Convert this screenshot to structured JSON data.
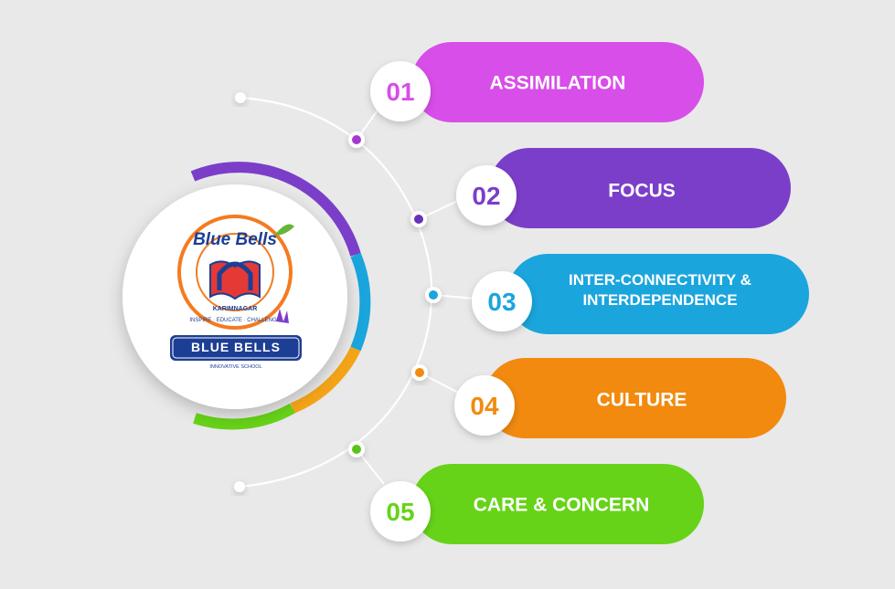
{
  "logo": {
    "arc_text": "Blue Bells",
    "place_text": "KARIMNAGAR",
    "motto_text": "INSPIRE · EDUCATE · CHALLENGE",
    "banner_text": "BLUE BELLS",
    "banner_subtext": "INNOVATIVE SCHOOL"
  },
  "items": [
    {
      "number": "01",
      "label_lines": [
        "ASSIMILATION"
      ],
      "color": "#d84ee8",
      "dot_color": "#a63ad0"
    },
    {
      "number": "02",
      "label_lines": [
        "FOCUS"
      ],
      "color": "#7b3ec9",
      "dot_color": "#6a32b8"
    },
    {
      "number": "03",
      "label_lines": [
        "INTER-CONNECTIVITY &",
        "INTERDEPENDENCE"
      ],
      "color": "#1aa5dd",
      "dot_color": "#1aa5dd"
    },
    {
      "number": "04",
      "label_lines": [
        "CULTURE"
      ],
      "color": "#f18a0e",
      "dot_color": "#f18a0e"
    },
    {
      "number": "05",
      "label_lines": [
        "CARE & CONCERN"
      ],
      "color": "#66d318",
      "dot_color": "#5bc317"
    }
  ],
  "ring_colors": [
    "#7b3ec9",
    "#1aa5dd",
    "#f5a417",
    "#66d318"
  ]
}
